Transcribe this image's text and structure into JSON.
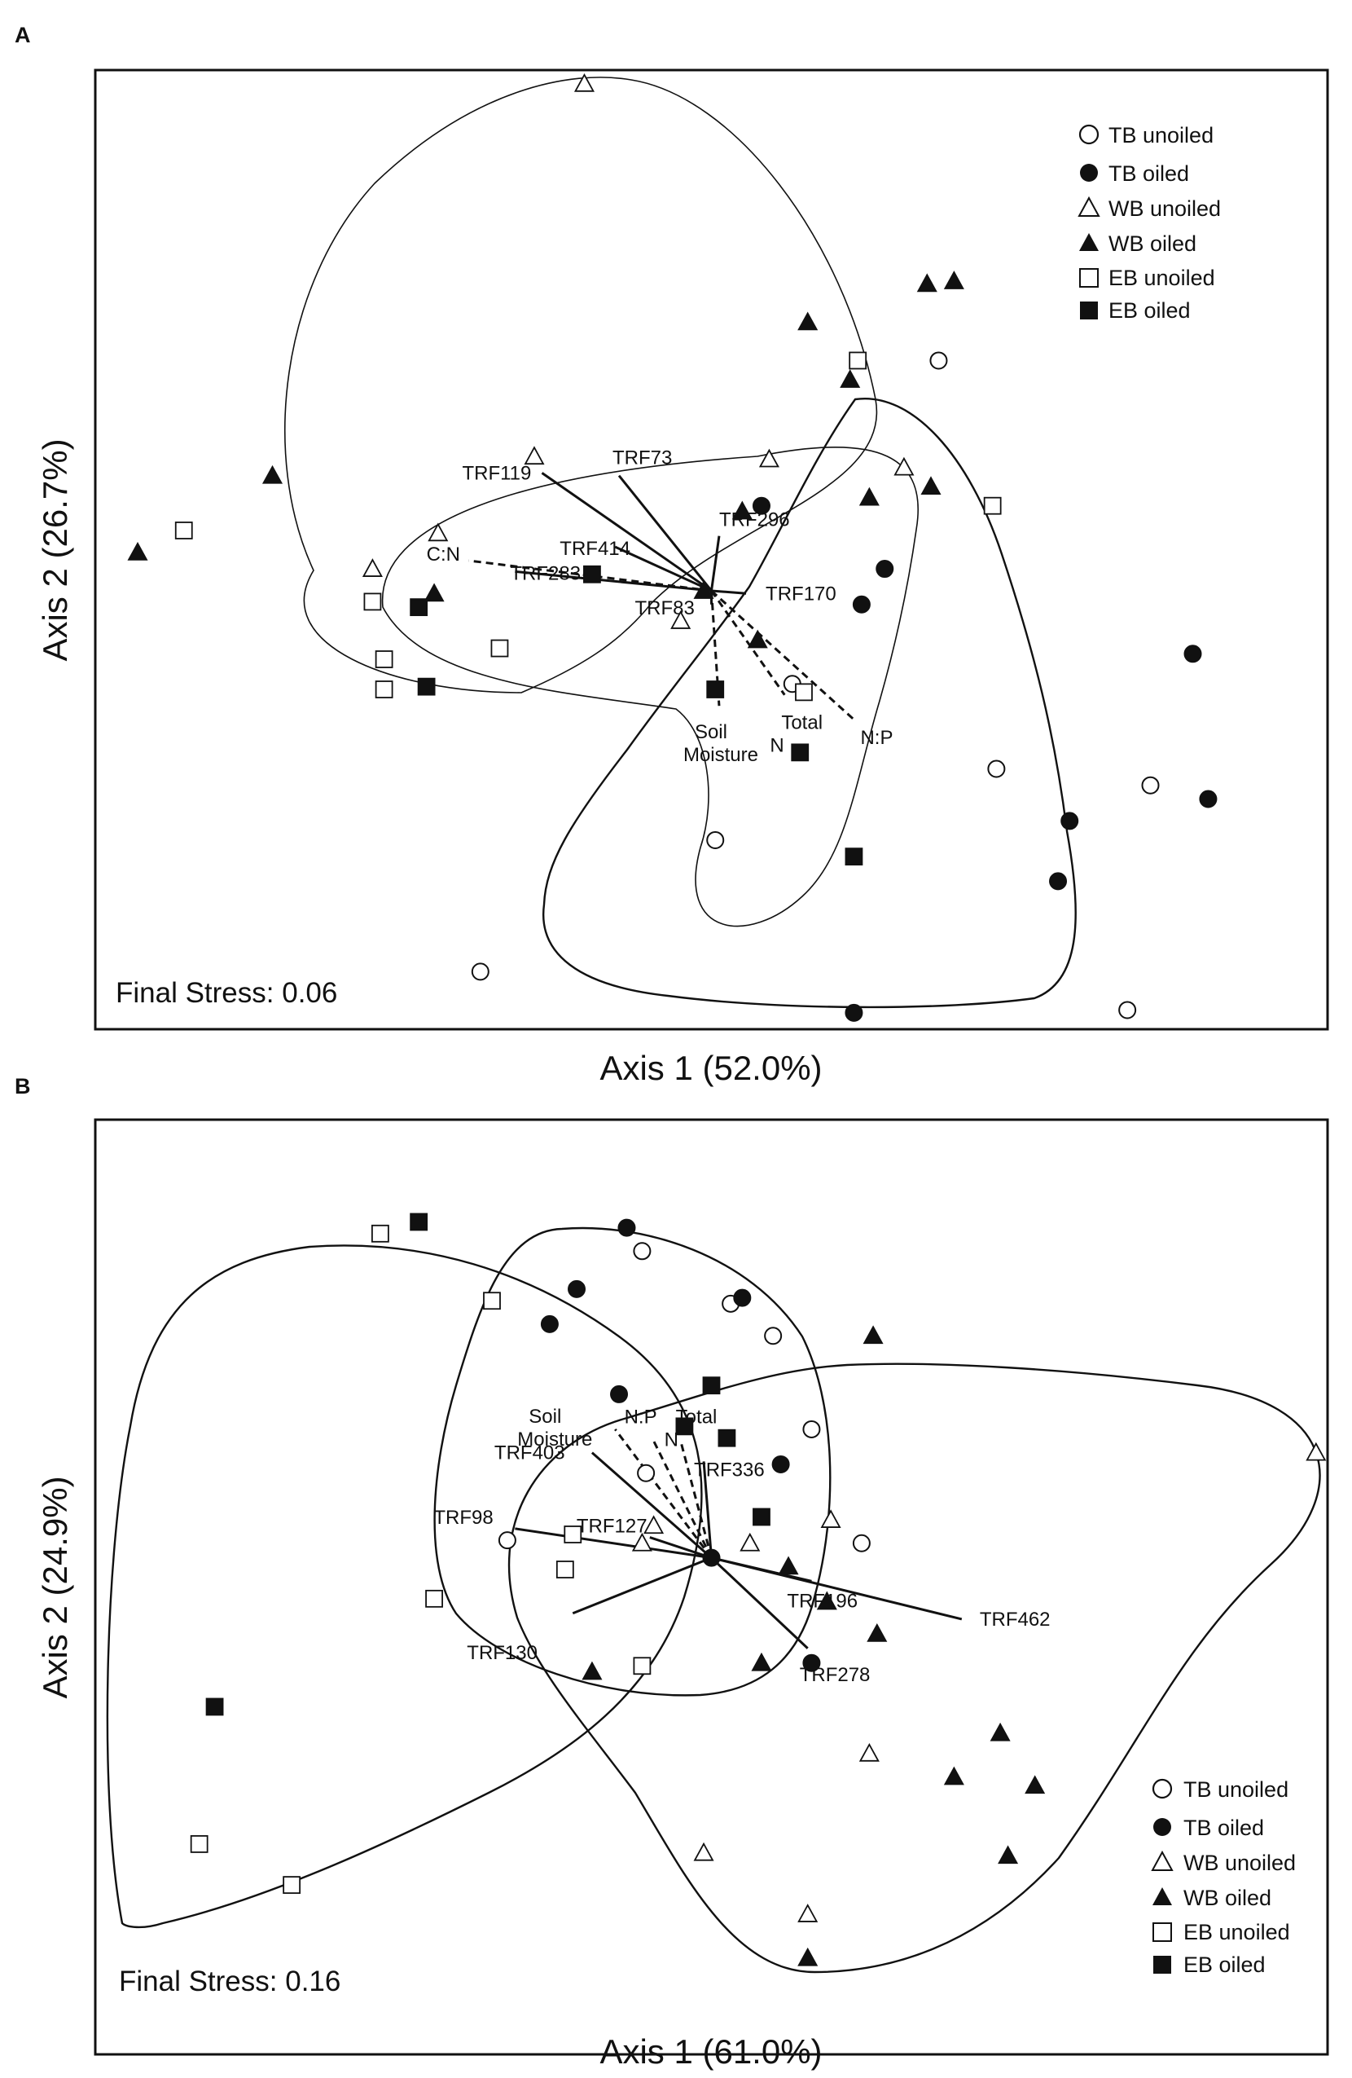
{
  "chart_data": [
    {
      "type": "scatter",
      "panel": "A",
      "xlabel": "Axis 1 (52.0%)",
      "ylabel": "Axis 2 (26.7%)",
      "xlim": [
        -1.6,
        1.6
      ],
      "ylim": [
        -1.6,
        1.9
      ],
      "annotation": "Final Stress: 0.06",
      "legend": {
        "position": "top-right",
        "entries": [
          "TB unoiled",
          "TB oiled",
          "WB unoiled",
          "WB oiled",
          "EB unoiled",
          "EB oiled"
        ]
      },
      "series": [
        {
          "name": "TB unoiled",
          "marker": "circle-open",
          "x": [
            0.59,
            0.21,
            0.01,
            1.14,
            0.74,
            -0.6,
            1.08
          ],
          "y": [
            0.84,
            -0.34,
            -0.91,
            -0.71,
            -0.65,
            -1.39,
            -1.53
          ]
        },
        {
          "name": "TB oiled",
          "marker": "circle-filled",
          "x": [
            0.13,
            0.45,
            0.39,
            1.25,
            1.29,
            0.93,
            0.9,
            0.37
          ],
          "y": [
            0.31,
            0.08,
            -0.05,
            -0.23,
            -0.76,
            -0.84,
            -1.06,
            -1.54
          ]
        },
        {
          "name": "WB unoiled",
          "marker": "triangle-open",
          "x": [
            -0.33,
            -0.46,
            -0.71,
            -0.88,
            -0.08,
            0.15,
            0.5
          ],
          "y": [
            1.85,
            0.49,
            0.21,
            0.08,
            -0.11,
            0.48,
            0.45
          ]
        },
        {
          "name": "WB oiled",
          "marker": "triangle-filled",
          "x": [
            -1.49,
            -1.14,
            0.63,
            0.56,
            0.25,
            0.36,
            0.57,
            0.41,
            0.08,
            -0.02,
            0.12,
            -0.72
          ],
          "y": [
            0.14,
            0.42,
            1.13,
            1.12,
            0.98,
            0.77,
            0.38,
            0.34,
            0.29,
            0.0,
            -0.18,
            -0.01
          ]
        },
        {
          "name": "EB unoiled",
          "marker": "square-open",
          "x": [
            0.38,
            0.73,
            -1.37,
            -0.88,
            -0.85,
            -0.85,
            -0.55,
            0.24
          ],
          "y": [
            0.84,
            0.31,
            0.22,
            -0.04,
            -0.25,
            -0.36,
            -0.21,
            -0.37
          ]
        },
        {
          "name": "EB oiled",
          "marker": "square-filled",
          "x": [
            -0.31,
            -0.76,
            -0.74,
            0.01,
            0.23,
            0.37
          ],
          "y": [
            0.06,
            -0.06,
            -0.35,
            -0.36,
            -0.59,
            -0.97
          ]
        }
      ],
      "vectors": [
        {
          "label": "TRF119",
          "style": "solid",
          "x": -0.44,
          "y": 0.43
        },
        {
          "label": "TRF73",
          "style": "solid",
          "x": -0.24,
          "y": 0.42
        },
        {
          "label": "TRF296",
          "style": "solid",
          "x": 0.02,
          "y": 0.2
        },
        {
          "label": "TRF414",
          "style": "solid",
          "x": -0.25,
          "y": 0.16
        },
        {
          "label": "TRF283",
          "style": "solid",
          "x": -0.51,
          "y": 0.07
        },
        {
          "label": "TRF170",
          "style": "solid",
          "x": 0.09,
          "y": -0.01
        },
        {
          "label": "TRF83",
          "style": "solid",
          "x": 0.0,
          "y": -0.05
        },
        {
          "label": "C:N",
          "style": "dashed",
          "x": -0.63,
          "y": 0.11
        },
        {
          "label": "Soil Moisture",
          "style": "dashed",
          "x": 0.02,
          "y": -0.42
        },
        {
          "label": "Total N",
          "style": "dashed",
          "x": 0.19,
          "y": -0.38
        },
        {
          "label": "N:P",
          "style": "dashed",
          "x": 0.37,
          "y": -0.47
        }
      ]
    },
    {
      "type": "scatter",
      "panel": "B",
      "xlabel": "Axis 1 (61.0%)",
      "ylabel": "Axis 2 (24.9%)",
      "xlim": [
        -1.6,
        1.6
      ],
      "ylim": [
        -1.7,
        1.5
      ],
      "annotation": "Final Stress: 0.16",
      "legend": {
        "position": "bottom-right",
        "entries": [
          "TB unoiled",
          "TB oiled",
          "WB unoiled",
          "WB oiled",
          "EB unoiled",
          "EB oiled"
        ]
      },
      "series": [
        {
          "name": "TB unoiled",
          "marker": "circle-open",
          "x": [
            -0.18,
            0.05,
            0.16,
            -0.17,
            0.26,
            0.39,
            -0.53
          ],
          "y": [
            1.05,
            0.87,
            0.76,
            0.29,
            0.44,
            0.05,
            0.06
          ]
        },
        {
          "name": "TB oiled",
          "marker": "circle-filled",
          "x": [
            -0.22,
            -0.35,
            0.08,
            -0.42,
            -0.24,
            0.18,
            0.0,
            0.26
          ],
          "y": [
            1.13,
            0.92,
            0.89,
            0.8,
            0.56,
            0.32,
            0.0,
            -0.36
          ]
        },
        {
          "name": "WB unoiled",
          "marker": "triangle-open",
          "x": [
            1.57,
            0.31,
            0.1,
            -0.15,
            -0.18,
            0.41,
            -0.02,
            0.25
          ],
          "y": [
            0.36,
            0.13,
            0.05,
            0.11,
            0.05,
            -0.67,
            -1.01,
            -1.22
          ]
        },
        {
          "name": "WB oiled",
          "marker": "triangle-filled",
          "x": [
            0.42,
            0.2,
            0.3,
            0.43,
            0.13,
            -0.31,
            0.75,
            0.63,
            0.84,
            0.77,
            0.25
          ],
          "y": [
            0.76,
            -0.03,
            -0.15,
            -0.26,
            -0.36,
            -0.39,
            -0.6,
            -0.75,
            -0.78,
            -1.02,
            -1.37
          ]
        },
        {
          "name": "EB unoiled",
          "marker": "square-open",
          "x": [
            -0.86,
            -0.57,
            -0.36,
            -0.38,
            -0.72,
            -0.18,
            -1.33,
            -1.09
          ],
          "y": [
            1.11,
            0.88,
            0.08,
            -0.04,
            -0.14,
            -0.37,
            -0.98,
            -1.12
          ]
        },
        {
          "name": "EB oiled",
          "marker": "square-filled",
          "x": [
            -0.76,
            0.0,
            -0.07,
            0.04,
            0.13,
            -1.29
          ],
          "y": [
            1.15,
            0.59,
            0.45,
            0.41,
            0.14,
            -0.51
          ]
        }
      ],
      "vectors": [
        {
          "label": "TRF403",
          "style": "solid",
          "x": -0.31,
          "y": 0.36
        },
        {
          "label": "TRF336",
          "style": "solid",
          "x": -0.02,
          "y": 0.33
        },
        {
          "label": "TRF127",
          "style": "solid",
          "x": -0.16,
          "y": 0.07
        },
        {
          "label": "TRF98",
          "style": "solid",
          "x": -0.51,
          "y": 0.1
        },
        {
          "label": "TRF130",
          "style": "solid",
          "x": -0.36,
          "y": -0.19
        },
        {
          "label": "TRF196",
          "style": "solid",
          "x": 0.26,
          "y": -0.08
        },
        {
          "label": "TRF462",
          "style": "solid",
          "x": 0.65,
          "y": -0.21
        },
        {
          "label": "TRF278",
          "style": "solid",
          "x": 0.25,
          "y": -0.31
        },
        {
          "label": "Soil Moisture",
          "style": "dashed",
          "x": -0.25,
          "y": 0.44
        },
        {
          "label": "N:P",
          "style": "dashed",
          "x": -0.15,
          "y": 0.4
        },
        {
          "label": "Total N",
          "style": "dashed",
          "x": -0.08,
          "y": 0.4
        }
      ]
    }
  ]
}
